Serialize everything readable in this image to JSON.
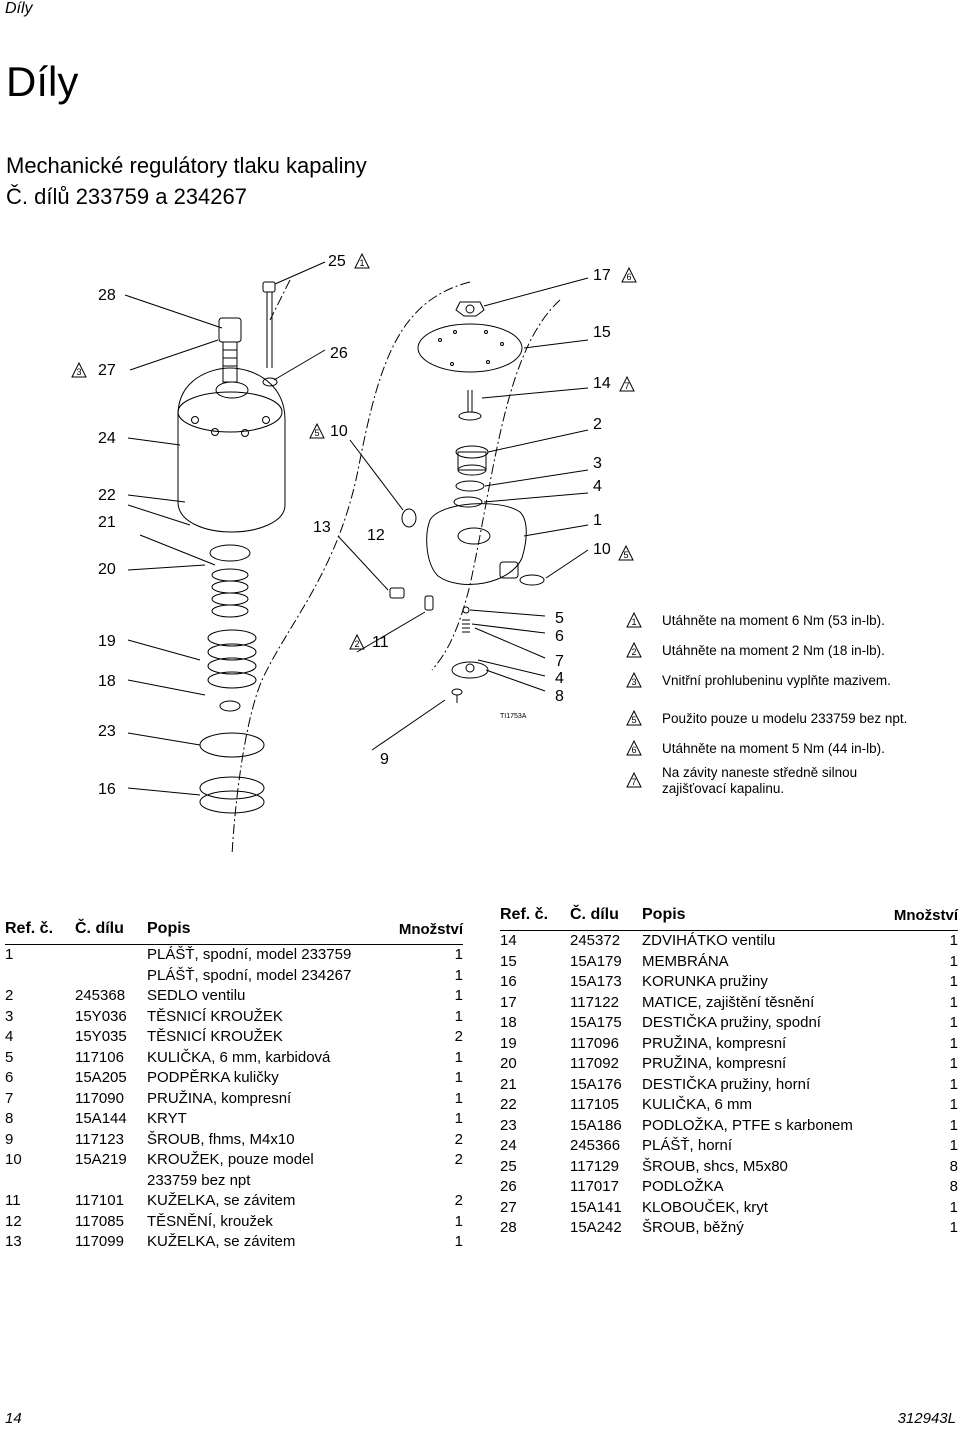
{
  "header": {
    "section_label": "Díly"
  },
  "page_title": "Díly",
  "subtitle": {
    "line1": "Mechanické regulátory tlaku kapaliny",
    "line2": "Č. dílů 233759 a 234267"
  },
  "diagram": {
    "image_code": "TI1753A",
    "callouts": [
      "28",
      "27",
      "24",
      "22",
      "21",
      "20",
      "19",
      "18",
      "23",
      "16",
      "25",
      "26",
      "10",
      "13",
      "12",
      "11",
      "9",
      "17",
      "15",
      "14",
      "2",
      "3",
      "4",
      "1",
      "10",
      "5",
      "6",
      "7",
      "4",
      "8"
    ],
    "warning_marks": [
      "3",
      "1",
      "5",
      "2",
      "6",
      "7",
      "5"
    ],
    "notes": [
      {
        "mark": "1",
        "text": "Utáhněte na moment 6 Nm (53 in-lb)."
      },
      {
        "mark": "2",
        "text": "Utáhněte na moment 2 Nm (18 in-lb)."
      },
      {
        "mark": "3",
        "text": "Vnitřní prohlubeninu vyplňte mazivem."
      },
      {
        "mark": "5",
        "text": "Použito pouze u modelu 233759 bez npt."
      },
      {
        "mark": "6",
        "text": "Utáhněte na moment 5 Nm (44 in-lb)."
      },
      {
        "mark": "7",
        "text": "Na závity naneste středně silnou",
        "text2": "zajišťovací kapalinu."
      }
    ]
  },
  "table_headers": {
    "ref": "Ref. č.",
    "part": "Č. dílu",
    "desc": "Popis",
    "qty": "Množství"
  },
  "parts_left": [
    {
      "ref": "1",
      "part": "",
      "desc": "PLÁŠŤ, spodní, model 233759",
      "qty": "1"
    },
    {
      "ref": "",
      "part": "",
      "desc": "PLÁŠŤ, spodní, model 234267",
      "qty": "1"
    },
    {
      "ref": "2",
      "part": "245368",
      "desc": "SEDLO ventilu",
      "qty": "1"
    },
    {
      "ref": "3",
      "part": "15Y036",
      "desc": "TĚSNICÍ KROUŽEK",
      "qty": "1"
    },
    {
      "ref": "4",
      "part": "15Y035",
      "desc": "TĚSNICÍ KROUŽEK",
      "qty": "2"
    },
    {
      "ref": "5",
      "part": "117106",
      "desc": "KULIČKA, 6 mm, karbidová",
      "qty": "1"
    },
    {
      "ref": "6",
      "part": "15A205",
      "desc": "PODPĚRKA kuličky",
      "qty": "1"
    },
    {
      "ref": "7",
      "part": "117090",
      "desc": "PRUŽINA, kompresní",
      "qty": "1"
    },
    {
      "ref": "8",
      "part": "15A144",
      "desc": "KRYT",
      "qty": "1"
    },
    {
      "ref": "9",
      "part": "117123",
      "desc": "ŠROUB, fhms, M4x10",
      "qty": "2"
    },
    {
      "ref": "10",
      "part": "15A219",
      "desc": "KROUŽEK, pouze model",
      "qty": "2"
    },
    {
      "ref": "",
      "part": "",
      "desc": "233759 bez npt",
      "qty": ""
    },
    {
      "ref": "11",
      "part": "117101",
      "desc": "KUŽELKA, se závitem",
      "qty": "2"
    },
    {
      "ref": "12",
      "part": "117085",
      "desc": "TĚSNĚNÍ, kroužek",
      "qty": "1"
    },
    {
      "ref": "13",
      "part": "117099",
      "desc": "KUŽELKA, se závitem",
      "qty": "1"
    }
  ],
  "parts_right": [
    {
      "ref": "14",
      "part": "245372",
      "desc": "ZDVIHÁTKO ventilu",
      "qty": "1"
    },
    {
      "ref": "15",
      "part": "15A179",
      "desc": "MEMBRÁNA",
      "qty": "1"
    },
    {
      "ref": "16",
      "part": "15A173",
      "desc": "KORUNKA pružiny",
      "qty": "1"
    },
    {
      "ref": "17",
      "part": "117122",
      "desc": "MATICE, zajištění těsnění",
      "qty": "1"
    },
    {
      "ref": "18",
      "part": "15A175",
      "desc": "DESTIČKA pružiny, spodní",
      "qty": "1"
    },
    {
      "ref": "19",
      "part": "117096",
      "desc": "PRUŽINA, kompresní",
      "qty": "1"
    },
    {
      "ref": "20",
      "part": "117092",
      "desc": "PRUŽINA, kompresní",
      "qty": "1"
    },
    {
      "ref": "21",
      "part": "15A176",
      "desc": "DESTIČKA pružiny, horní",
      "qty": "1"
    },
    {
      "ref": "22",
      "part": "117105",
      "desc": "KULIČKA, 6 mm",
      "qty": "1"
    },
    {
      "ref": "23",
      "part": "15A186",
      "desc": "PODLOŽKA, PTFE s karbonem",
      "qty": "1"
    },
    {
      "ref": "24",
      "part": "245366",
      "desc": "PLÁŠŤ, horní",
      "qty": "1"
    },
    {
      "ref": "25",
      "part": "117129",
      "desc": "ŠROUB, shcs, M5x80",
      "qty": "8"
    },
    {
      "ref": "26",
      "part": "117017",
      "desc": "PODLOŽKA",
      "qty": "8"
    },
    {
      "ref": "27",
      "part": "15A141",
      "desc": "KLOBOUČEK, kryt",
      "qty": "1"
    },
    {
      "ref": "28",
      "part": "15A242",
      "desc": "ŠROUB, běžný",
      "qty": "1"
    }
  ],
  "footer": {
    "page_number": "14",
    "doc_number": "312943L"
  }
}
